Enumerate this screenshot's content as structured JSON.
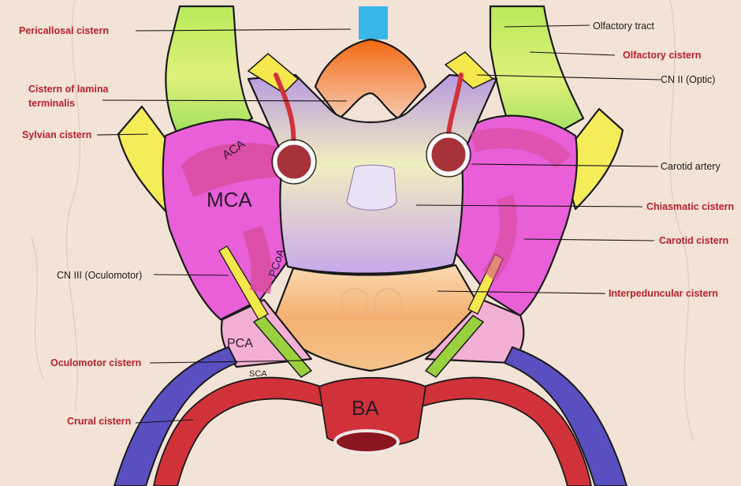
{
  "left_labels": {
    "pericallosal": "Pericallosal cistern",
    "lamina_line1": "Cistern of lamina",
    "lamina_line2": "terminalis",
    "sylvian": "Sylvian cistern",
    "cn3": "CN III (Oculomotor)",
    "oculomotor_cistern": "Oculomotor cistern",
    "crural": "Crural cistern"
  },
  "right_labels": {
    "olfactory_tract": "Olfactory tract",
    "olfactory_cistern": "Olfactory cistern",
    "cn2": "CN II (Optic)",
    "carotid_artery": "Carotid artery",
    "chiasmatic": "Chiasmatic cistern",
    "carotid_cistern": "Carotid cistern",
    "interpeduncular": "Interpeduncular cistern"
  },
  "structure_labels": {
    "aca": "ACA",
    "mca": "MCA",
    "pcoa": "PCoA",
    "pca": "PCA",
    "sca": "SCA",
    "ba": "BA"
  },
  "colors": {
    "cistern_label": "#b8202c",
    "structure_label": "#1a1a1a",
    "background": "#f3e3d6"
  }
}
